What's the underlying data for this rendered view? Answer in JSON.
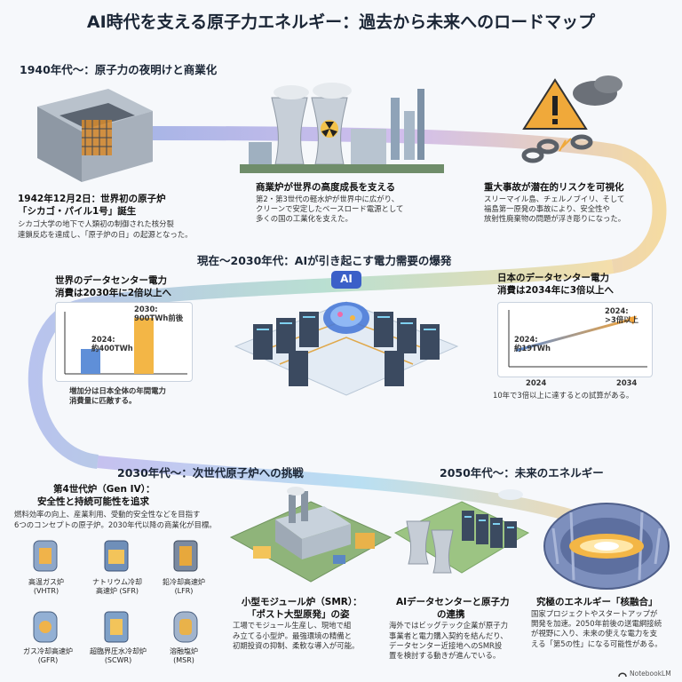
{
  "title": "AI時代を支える原子力エネルギー：過去から未来へのロードマップ",
  "era1": {
    "label": "1940年代〜：原子力の夜明けと商業化",
    "card1": {
      "heading_line1": "1942年12月2日：世界初の原子炉",
      "heading_line2": "「シカゴ・パイル1号」誕生",
      "body_line1": "シカゴ大学の地下で人類初の制御された核分裂",
      "body_line2": "連鎖反応を達成し、「原子炉の日」の起源となった。"
    },
    "card2": {
      "heading": "商業炉が世界の高度成長を支える",
      "body_line1": "第2・第3世代の軽水炉が世界中に広がり、",
      "body_line2": "クリーンで安定したベースロード電源として",
      "body_line3": "多くの国の工業化を支えた。"
    },
    "card3": {
      "heading": "重大事故が潜在的リスクを可視化",
      "body_line1": "スリーマイル島、チェルノブイリ、そして",
      "body_line2": "福島第一原発の事故により、安全性や",
      "body_line3": "放射性廃棄物の問題が浮き彫りになった。"
    }
  },
  "era2": {
    "label": "現在〜2030年代：AIが引き起こす電力需要の爆発",
    "left": {
      "heading_line1": "世界のデータセンター電力",
      "heading_line2": "消費は2030年に2倍以上へ",
      "bar1_label_line1": "2024:",
      "bar1_label_line2": "約400TWh",
      "bar2_label_line1": "2030:",
      "bar2_label_line2": "900TWh前後",
      "foot_line1": "増加分は日本全体の年間電力",
      "foot_line2": "消費量に匹敵する。"
    },
    "center": {
      "ai_badge": "AI"
    },
    "right": {
      "heading_line1": "日本のデータセンター電力",
      "heading_line2": "消費は2034年に3倍以上へ",
      "start_label_line1": "2024:",
      "start_label_line2": "約19TWh",
      "end_label_line1": "2024:",
      "end_label_line2": ">3倍以上",
      "x_tick1": "2024",
      "x_tick2": "2034",
      "foot": "10年で3倍以上に達するとの試算がある。"
    }
  },
  "era3": {
    "label": "2030年代〜：次世代原子炉への挑戦",
    "gen4": {
      "heading_line1": "第4世代炉（Gen IV）：",
      "heading_line2": "安全性と持続可能性を追求",
      "body_line1": "燃料効率の向上、産業利用、受動的安全性などを目指す",
      "body_line2": "6つのコンセプトの原子炉。2030年代以降の商業化が目標。",
      "reactors": [
        {
          "line1": "高温ガス炉",
          "line2": "(VHTR)"
        },
        {
          "line1": "ナトリウム冷却",
          "line2": "高速炉 (SFR)"
        },
        {
          "line1": "鉛冷却高速炉",
          "line2": "(LFR)"
        },
        {
          "line1": "ガス冷却高速炉",
          "line2": "(GFR)"
        },
        {
          "line1": "超臨界圧水冷却炉",
          "line2": "(SCWR)"
        },
        {
          "line1": "溶融塩炉",
          "line2": "(MSR)"
        }
      ]
    },
    "smr": {
      "heading_line1": "小型モジュール炉（SMR）：",
      "heading_line2": "「ポスト大型原発」の姿",
      "body_line1": "工場でモジュール生産し、現地で組",
      "body_line2": "み立てる小型炉。最強環境の精備と",
      "body_line3": "初期投資の抑制、柔軟な導入が可能。"
    }
  },
  "era4": {
    "label": "2050年代〜：未来のエネルギー",
    "dc": {
      "heading_line1": "AIデータセンターと原子力",
      "heading_line2": "の連携",
      "body_line1": "海外ではビッグテック企業が原子力",
      "body_line2": "事業者と電力購入契約を結んだり、",
      "body_line3": "データセンター近接地へのSMR設",
      "body_line4": "置を検討する動きが進んでいる。"
    },
    "fusion": {
      "heading": "究極のエネルギー「核融合」",
      "body_line1": "国家プロジェクトやスタートアップが",
      "body_line2": "開発を加速。2050年前後の送電網接続",
      "body_line3": "が視野に入り、未来の使えな電力を支",
      "body_line4": "える「第5の性」になる可能性がある。"
    }
  },
  "watermark": "NotebookLM",
  "chart_data": [
    {
      "type": "bar",
      "categories": [
        "2024",
        "2030"
      ],
      "values": [
        400,
        900
      ],
      "ylim": [
        0,
        1000
      ]
    },
    {
      "type": "line",
      "x": [
        "2024",
        "2034"
      ],
      "series": [
        {
          "values": [
            19,
            60
          ]
        }
      ],
      "ylim": [
        0,
        70
      ]
    }
  ]
}
